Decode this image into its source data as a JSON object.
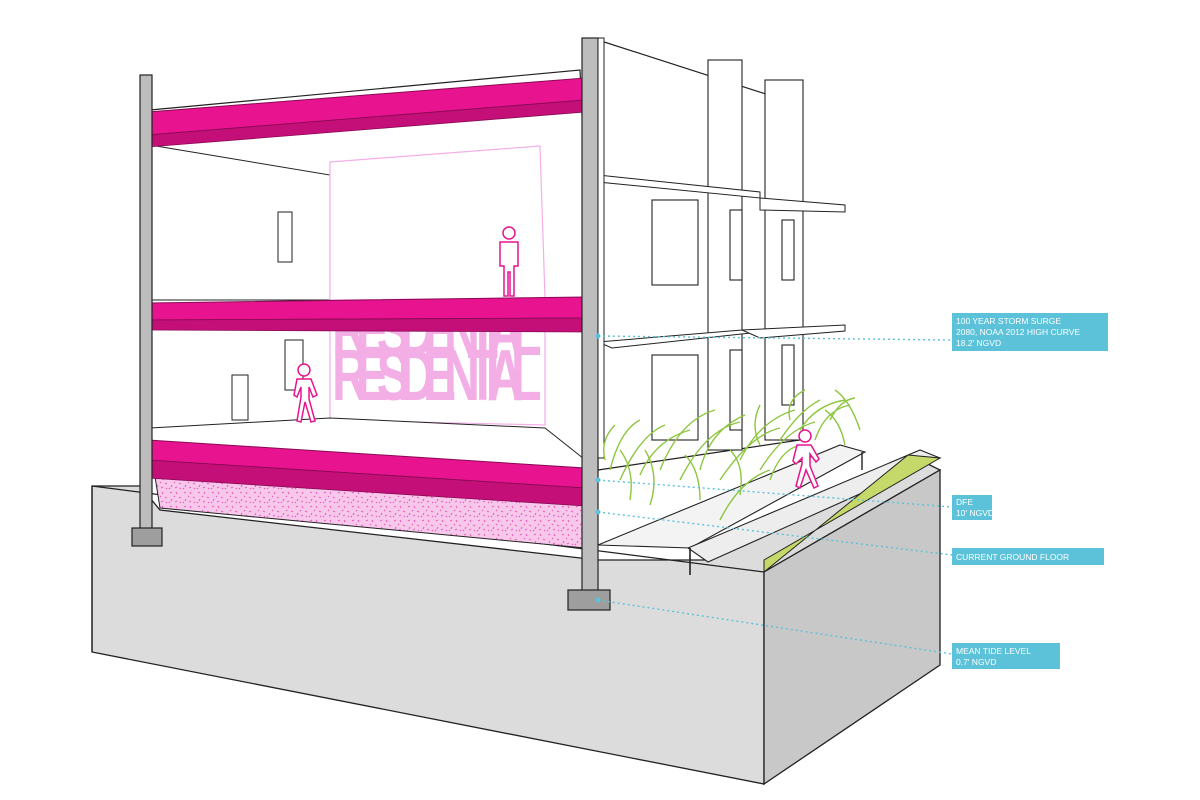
{
  "colors": {
    "accent_magenta": "#e8138f",
    "residential_pink": "#f4aee6",
    "callout_blue": "#5bc2d9",
    "plant_green": "#9ed46a",
    "foundation_gray": "#d3d3d3",
    "outline": "#222222"
  },
  "labels": {
    "upper_floor": "RESIDENTIAL",
    "lower_floor": "RESIDENTIAL"
  },
  "callouts": [
    {
      "id": "storm-surge",
      "lines": [
        "100 YEAR STORM SURGE",
        "2080, NOAA 2012 HIGH CURVE",
        "18.2' NGVD"
      ]
    },
    {
      "id": "dfe",
      "lines": [
        "DFE",
        "10' NGVD"
      ]
    },
    {
      "id": "ground-floor",
      "lines": [
        "CURRENT GROUND FLOOR"
      ]
    },
    {
      "id": "mean-tide",
      "lines": [
        "MEAN TIDE LEVEL",
        "0.7' NGVD"
      ]
    }
  ],
  "icons": [
    "person-icon",
    "plant-cluster-icon"
  ]
}
